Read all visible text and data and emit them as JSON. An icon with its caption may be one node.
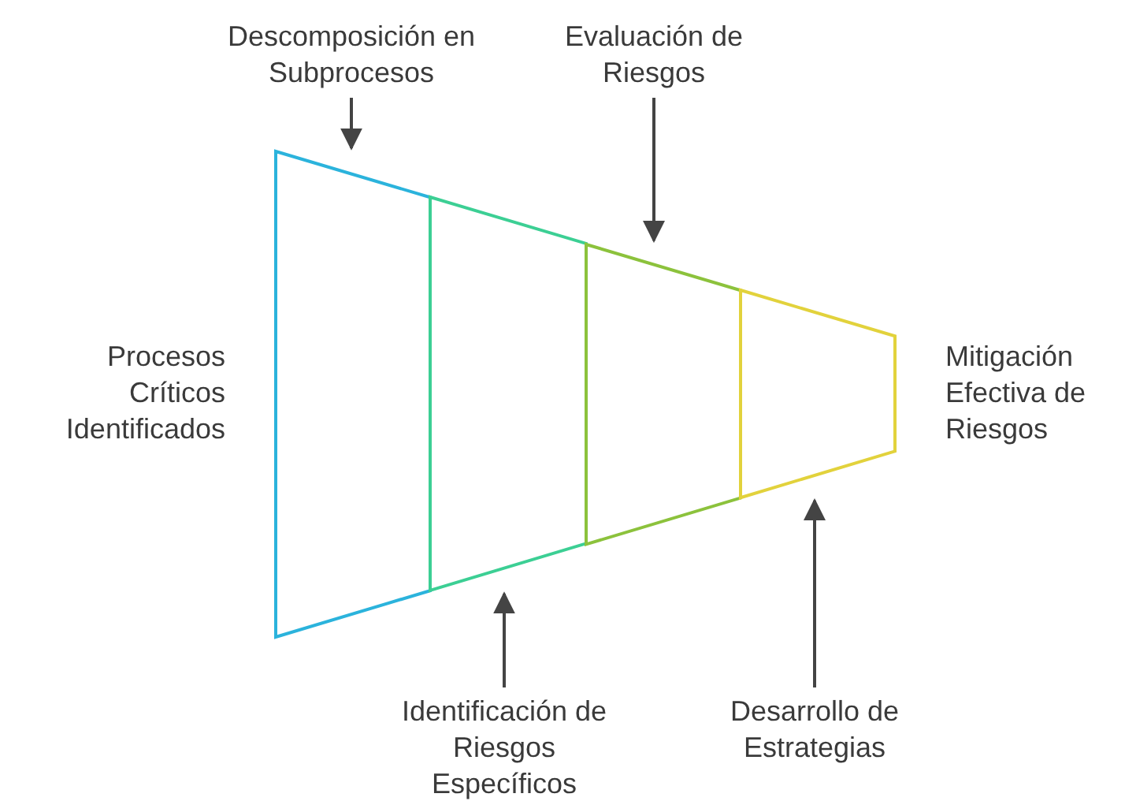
{
  "diagram": {
    "nodes": [
      {
        "text": [
          "Descomposición en Subprocesos"
        ]
      },
      {
        "text": [
          "Evaluación de Riesgos"
        ]
      },
      {
        "text": [],
        "shape": "trapezoid"
      },
      {
        "text": [],
        "shape": "trapezoid"
      },
      {
        "text": [],
        "shape": "trapezoid"
      },
      {
        "text": [],
        "shape": "trapezoid"
      },
      {
        "text": [
          "Identificación de Riesgos Específicos"
        ]
      },
      {
        "text": [
          "Desarrollo de Estrategias"
        ]
      }
    ],
    "edges": [
      {
        "from": 0,
        "to": 2,
        "arrow": "to"
      },
      {
        "from": 1,
        "to": 4,
        "arrow": "to"
      },
      {
        "from": 6,
        "to": 3,
        "arrow": "to"
      },
      {
        "from": 7,
        "to": 5,
        "arrow": "to"
      }
    ],
    "labels": [
      "Procesos Críticos Identificados",
      "Mitigación Efectiva de Riesgos"
    ]
  }
}
